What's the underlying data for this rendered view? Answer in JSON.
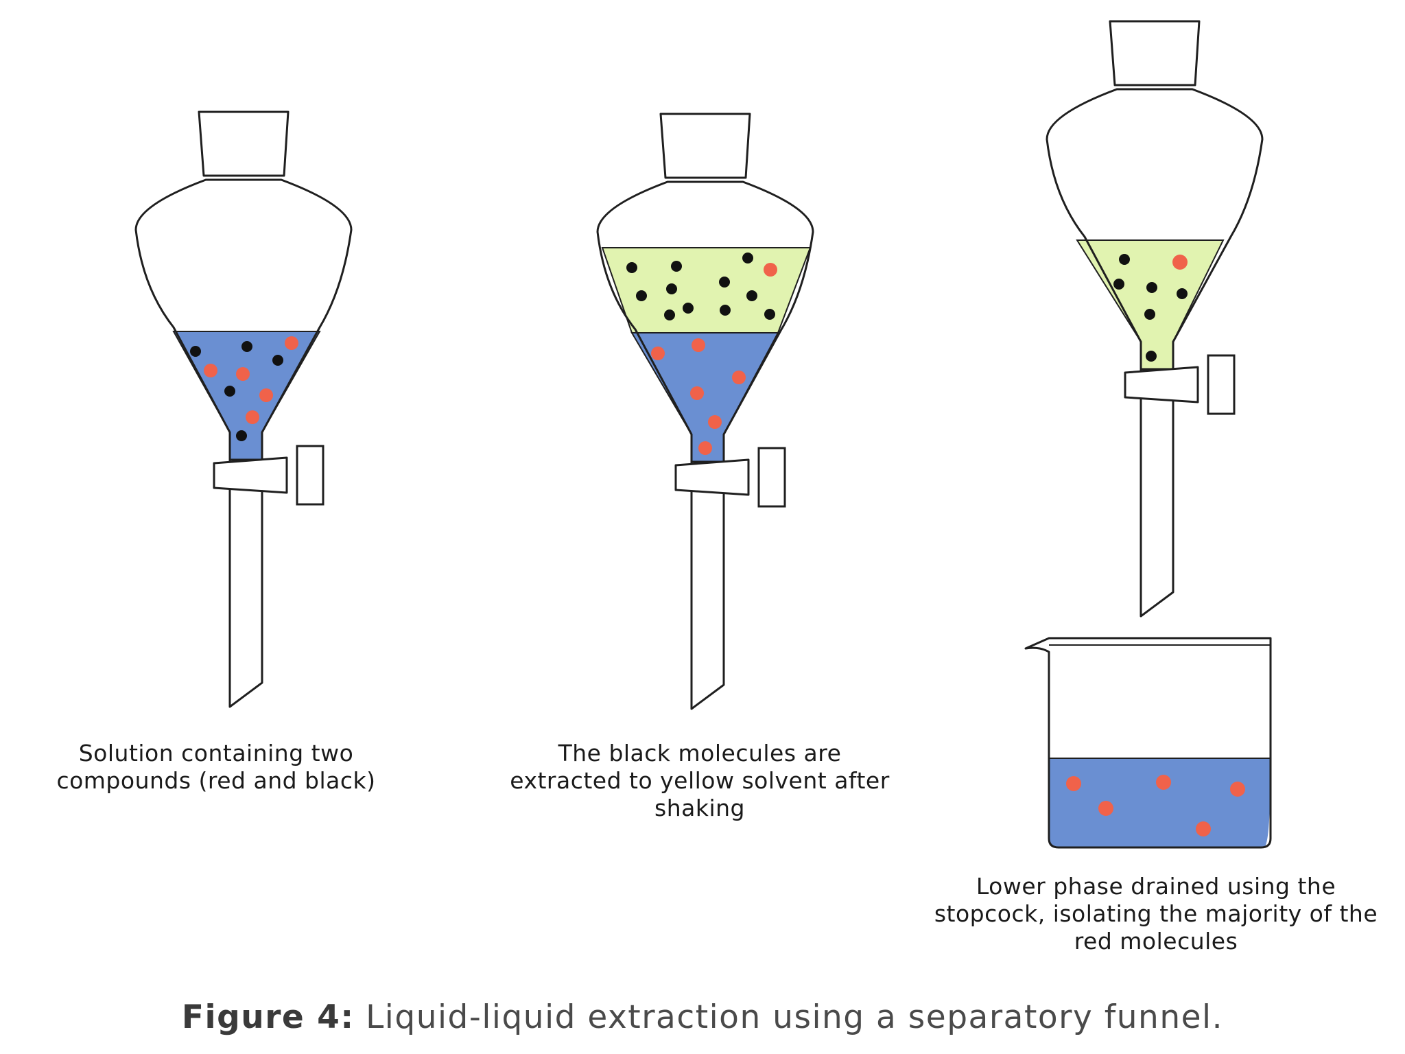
{
  "captions": {
    "panel_1": "Solution containing two compounds (red and black)",
    "panel_2": "The black molecules are extracted to yellow solvent after shaking",
    "panel_3": "Lower phase drained using the stopcock, isolating the majority of the red molecules"
  },
  "figure": {
    "label": "Figure 4:",
    "text": " Liquid-liquid extraction using a separatory funnel."
  },
  "colors": {
    "aqueous_phase": "#6a8fd2",
    "organic_phase": "#e1f3b0",
    "red_molecule": "#f0624a",
    "black_molecule": "#111111",
    "glass_outline": "#1f1f1f"
  }
}
